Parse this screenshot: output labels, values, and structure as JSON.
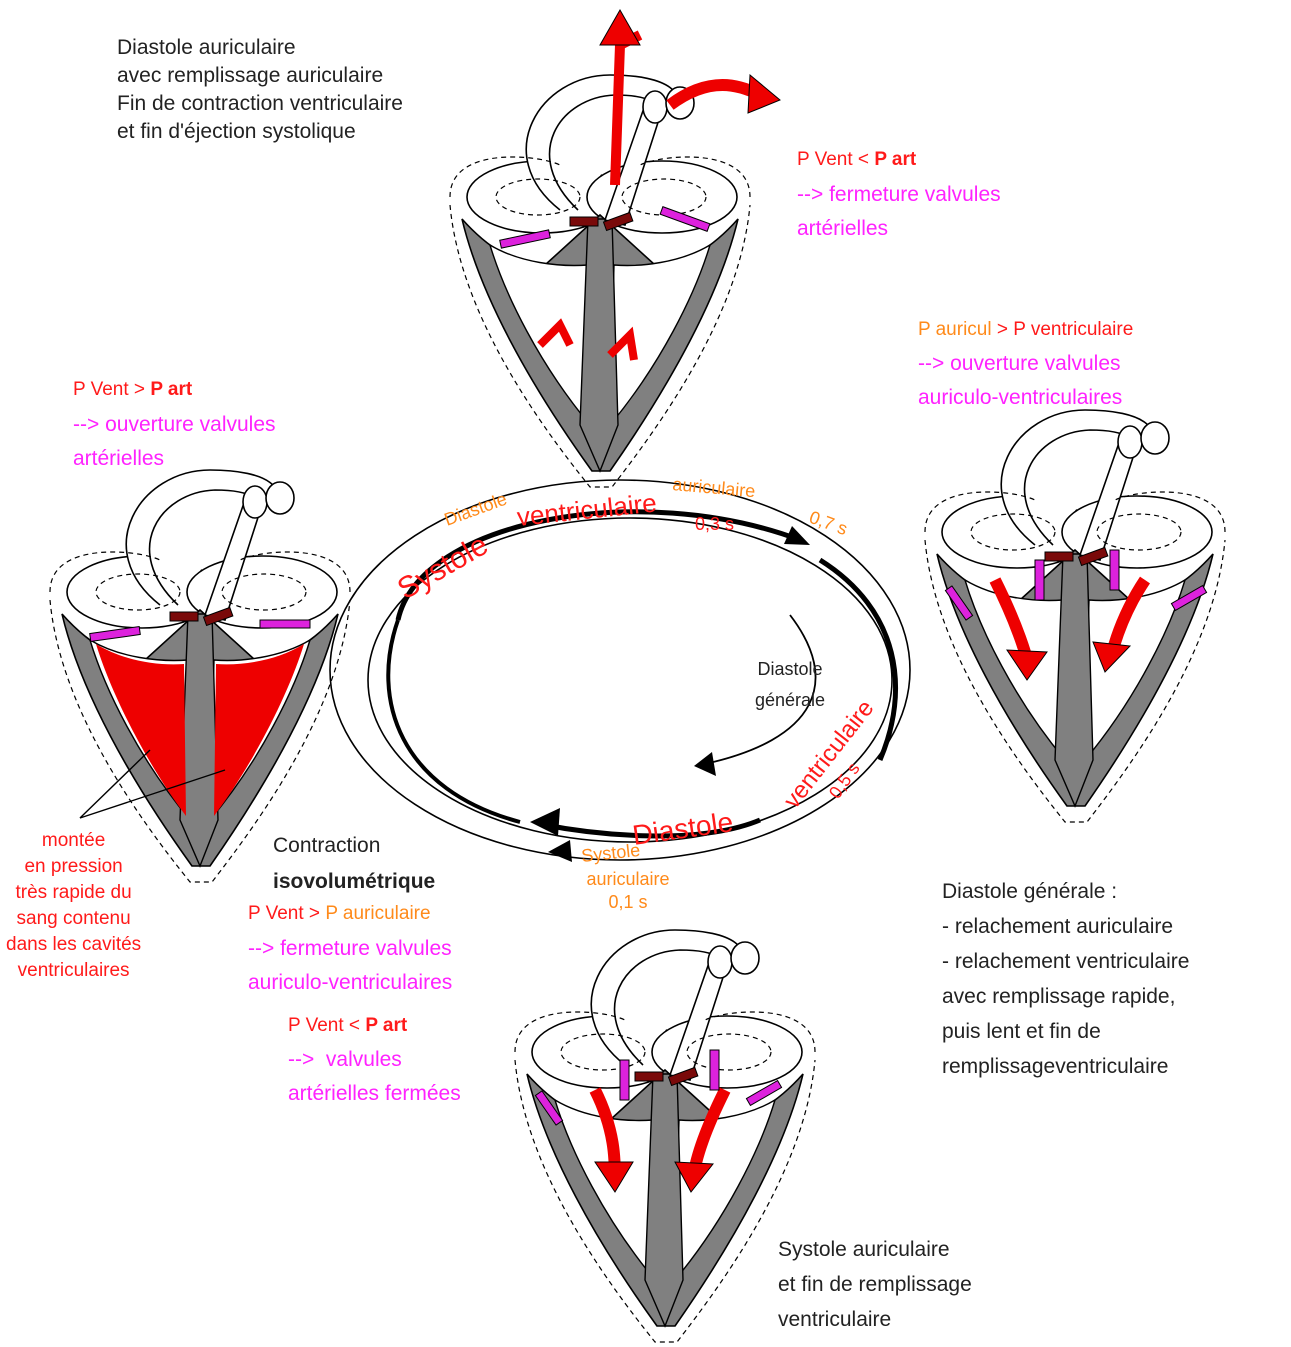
{
  "labels": {
    "top_desc": [
      "Diastole auriculaire",
      "avec remplissage auriculaire",
      "Fin de contraction ventriculaire",
      "et fin d'éjection systolique"
    ],
    "top_cond": {
      "a": "P Vent",
      "op": " < ",
      "b": "P art"
    },
    "top_result": [
      "--> fermeture valvules",
      "artérielles"
    ],
    "right_cond": {
      "a": "P auricul",
      "op": " > ",
      "b": "P ventriculaire"
    },
    "right_result": [
      "--> ouverture valvules",
      "auriculo-ventriculaires"
    ],
    "left_cond": {
      "a": "P Vent",
      "op": " > ",
      "b": "P art"
    },
    "left_result": [
      "--> ouverture valvules",
      "artérielles"
    ],
    "left_note": [
      "montée",
      "en pression",
      "très rapide du",
      "sang contenu",
      "dans les cavités",
      "ventriculaires"
    ],
    "contraction": {
      "line1": "Contraction",
      "line2": "isovolumétrique"
    },
    "mid_cond": {
      "a": "P Vent",
      "op": " > ",
      "b": "P auriculaire"
    },
    "mid_result": [
      "--> fermeture valvules",
      "auriculo-ventriculaires"
    ],
    "mid_cond2": {
      "a": "P Vent",
      "op": " < ",
      "b": "P art"
    },
    "mid_result2": [
      "-->  valvules",
      "artérielles fermées"
    ],
    "right_desc": [
      "Diastole générale :",
      "- relachement auriculaire",
      "- relachement ventriculaire",
      "avec remplissage rapide,",
      "puis lent et fin de",
      "remplissageventriculaire"
    ],
    "bottom_desc": [
      "Systole auriculaire",
      "et fin de remplissage",
      "ventriculaire"
    ]
  },
  "cycle": {
    "systole_word": "Systole",
    "ventriculaire_top": "ventriculaire",
    "t_03": "0,3 s",
    "diastole_top": "Diastole",
    "auriculaire_top": "auriculaire",
    "t_07": "0,7 s",
    "general_1": "Diastole",
    "general_2": "générale",
    "ventriculaire_right": "ventriculaire",
    "t_05": "0,5 s",
    "diastole_bottom": "Diastole",
    "systole_small": "Systole",
    "auriculaire_small": "auriculaire",
    "t_01": "0,1 s"
  },
  "colors": {
    "blood": "#ee0000",
    "tissue": "#808080",
    "valve": "#dd22dd",
    "septum_valve": "#7a0a0a",
    "red_text": "#ff1a1a",
    "magenta_text": "#ff22ff",
    "orange_text": "#ff8a1a"
  }
}
